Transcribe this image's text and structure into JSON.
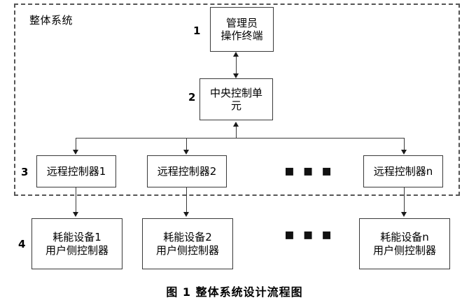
{
  "figure": {
    "caption": "图 1  整体系统设计流程图",
    "boundary_label": "整体系统",
    "ellipsis_glyph": "▪ ▪ ▪"
  },
  "steps": {
    "one": "1",
    "two": "2",
    "three": "3",
    "four": "4"
  },
  "nodes": {
    "admin_terminal": {
      "line1": "管理员",
      "line2": "操作终端"
    },
    "central_control_unit": {
      "line1": "中央控制单",
      "line2": "元"
    },
    "remote_controller_1": {
      "line1": "远程控制器1"
    },
    "remote_controller_2": {
      "line1": "远程控制器2"
    },
    "remote_controller_n": {
      "line1": "远程控制器n"
    },
    "device_1": {
      "line1": "耗能设备1",
      "line2": "用户侧控制器"
    },
    "device_2": {
      "line1": "耗能设备2",
      "line2": "用户侧控制器"
    },
    "device_n": {
      "line1": "耗能设备n",
      "line2": "用户侧控制器"
    }
  },
  "colors": {
    "stroke": "#3a3a3a",
    "boundary_stroke": "#555555",
    "text": "#000000",
    "background": "#ffffff"
  }
}
